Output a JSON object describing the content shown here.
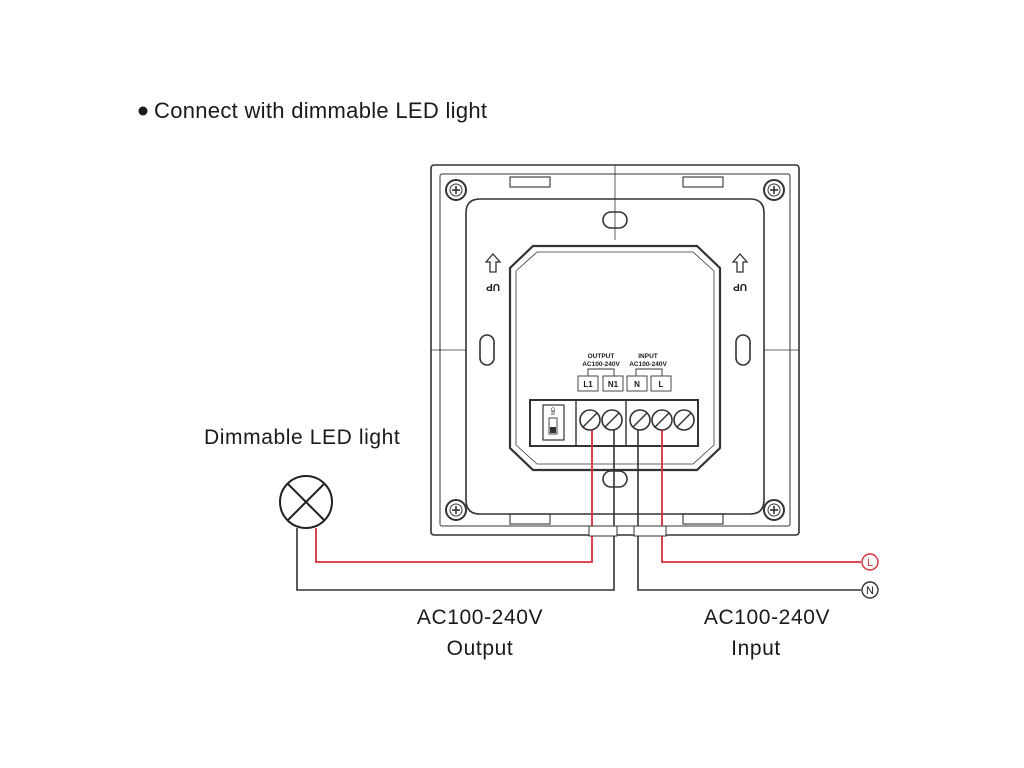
{
  "heading": "Connect with dimmable LED light",
  "lamp_label": "Dimmable LED light",
  "output_label": {
    "line1": "AC100-240V",
    "line2": "Output"
  },
  "input_label": {
    "line1": "AC100-240V",
    "line2": "Input"
  },
  "panel": {
    "output_header": {
      "line1": "OUTPUT",
      "line2": "AC100-240V"
    },
    "input_header": {
      "line1": "INPUT",
      "line2": "AC100-240V"
    },
    "terminals": [
      "L1",
      "N1",
      "N",
      "L"
    ],
    "switch_text": "ON",
    "up_text": "UP"
  },
  "supply_terminals": {
    "live": "L",
    "neutral": "N"
  },
  "colors": {
    "live_wire": "#d6303a",
    "neutral_wire": "#333333",
    "outline": "#333333"
  }
}
